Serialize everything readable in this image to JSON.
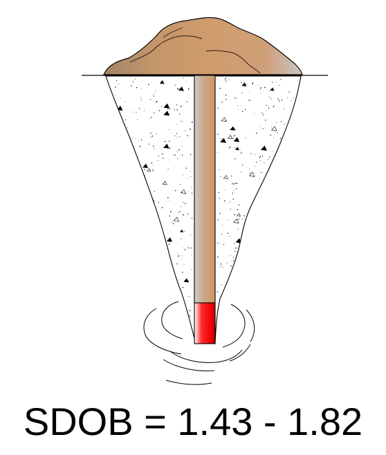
{
  "caption": "SDOB = 1.43 - 1.82",
  "colors": {
    "mound_light": "#cfa276",
    "mound_dark": "#c08a5c",
    "mound_edge_gray": "#c4c4c4",
    "stemming_light": "#c8c8c8",
    "stemming_tan": "#cf9a6a",
    "charge_red": "#ff0000",
    "charge_dark": "#c80000",
    "fill_stipple": "#000000",
    "outline": "#000000"
  },
  "icons": {
    "charge": "explosive-charge",
    "stemming": "stemming-column",
    "mound": "soil-mound"
  }
}
